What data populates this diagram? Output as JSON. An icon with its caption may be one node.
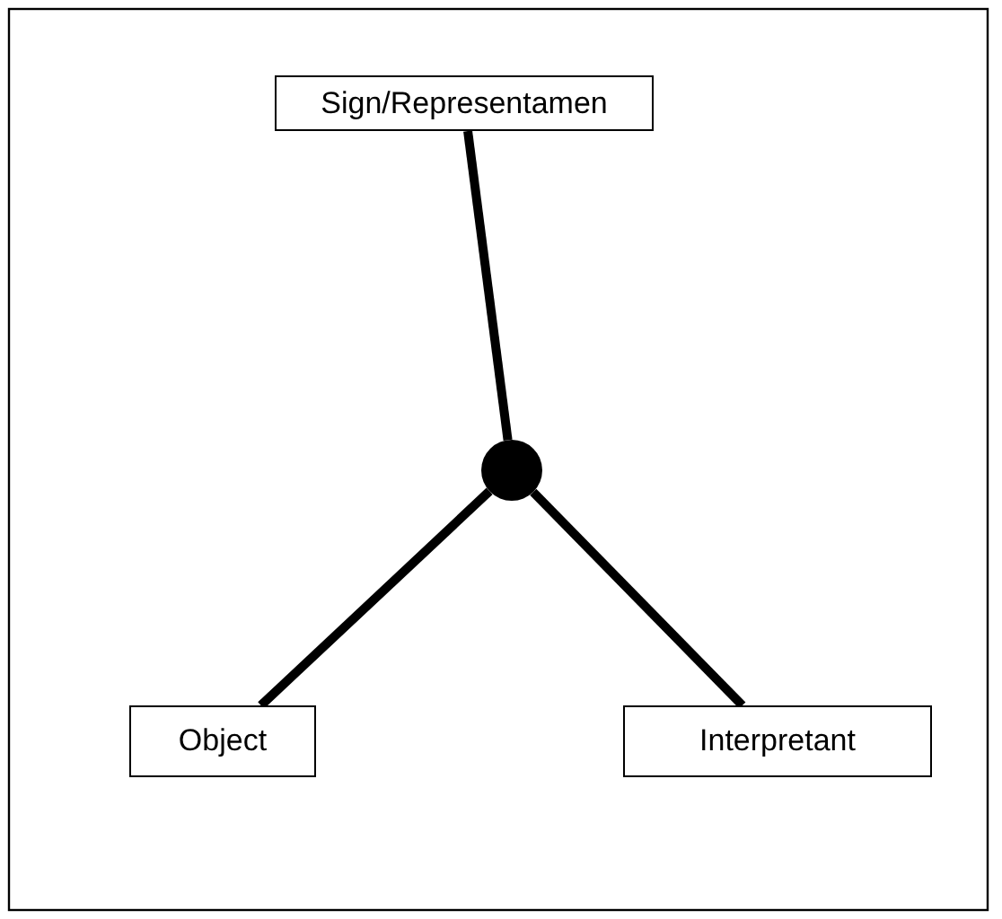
{
  "diagram": {
    "nodes": [
      {
        "text": [
          "Sign/Representamen"
        ]
      },
      {
        "text": [],
        "shape": "circle"
      },
      {
        "text": [
          "Object"
        ]
      },
      {
        "text": [
          "Interpretant"
        ]
      }
    ],
    "edges": [
      {
        "from": 1,
        "to": 0,
        "arrow": "none"
      },
      {
        "from": 1,
        "to": 2,
        "arrow": "none"
      },
      {
        "from": 1,
        "to": 3,
        "arrow": "none"
      }
    ]
  }
}
